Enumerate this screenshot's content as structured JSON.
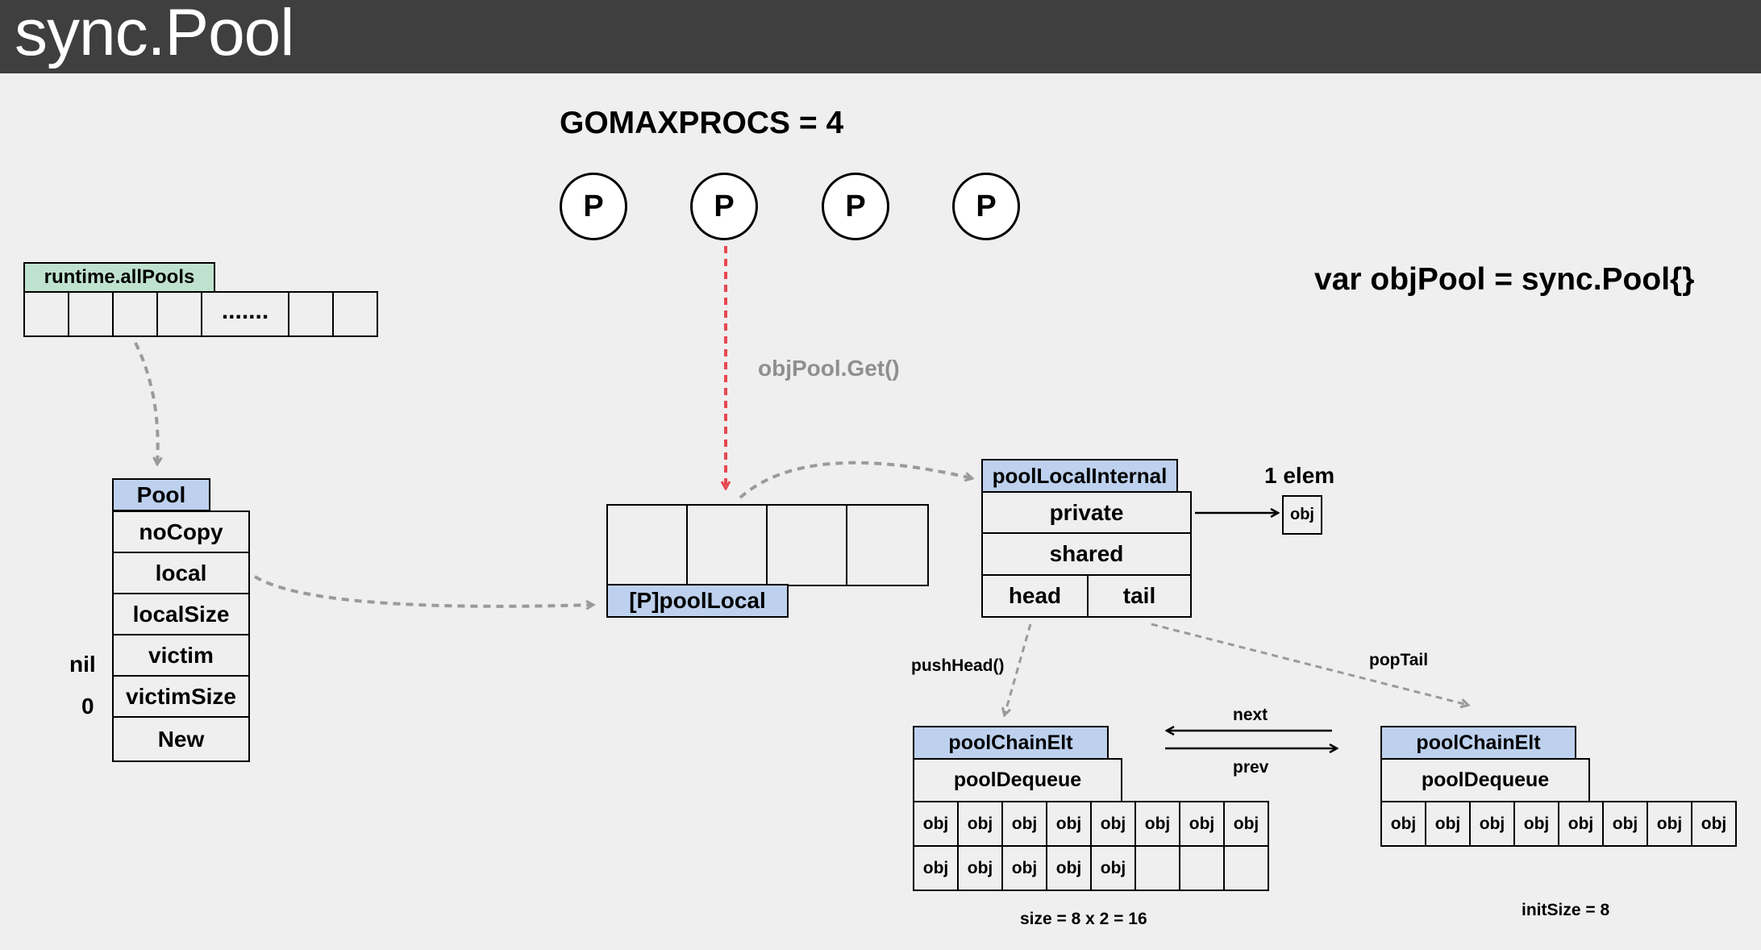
{
  "header": {
    "title": "sync.Pool"
  },
  "gomaxprocs": "GOMAXPROCS = 4",
  "p_label": "P",
  "var_decl": "var objPool = sync.Pool{}",
  "all_pools": {
    "label": "runtime.allPools",
    "dots": "......."
  },
  "pool": {
    "title": "Pool",
    "fields": [
      "noCopy",
      "local",
      "localSize",
      "victim",
      "victimSize",
      "New"
    ],
    "victim_value": "nil",
    "victim_size_value": "0"
  },
  "get_call": "objPool.Get()",
  "pool_local": {
    "label": "[P]poolLocal"
  },
  "pool_local_internal": {
    "title": "poolLocalInternal",
    "private": "private",
    "shared": "shared",
    "head": "head",
    "tail": "tail"
  },
  "private_elem": {
    "caption": "1 elem",
    "obj": "obj"
  },
  "push_head": "pushHead()",
  "pop_tail": "popTail",
  "link_next": "next",
  "link_prev": "prev",
  "chain_left": {
    "title": "poolChainElt",
    "dequeue": "poolDequeue",
    "row1": [
      "obj",
      "obj",
      "obj",
      "obj",
      "obj",
      "obj",
      "obj",
      "obj"
    ],
    "row2": [
      "obj",
      "obj",
      "obj",
      "obj",
      "obj",
      "",
      "",
      ""
    ],
    "size_note": "size = 8 x 2 = 16"
  },
  "chain_right": {
    "title": "poolChainElt",
    "dequeue": "poolDequeue",
    "row1": [
      "obj",
      "obj",
      "obj",
      "obj",
      "obj",
      "obj",
      "obj",
      "obj"
    ],
    "size_note": "initSize = 8"
  },
  "colors": {
    "header_bg": "#3f3f3f",
    "struct_header": "#bdd1ee",
    "all_pools_header": "#bfe2cf",
    "get_arrow": "#e8474f",
    "dashed_arrow": "#9a9a9a"
  }
}
